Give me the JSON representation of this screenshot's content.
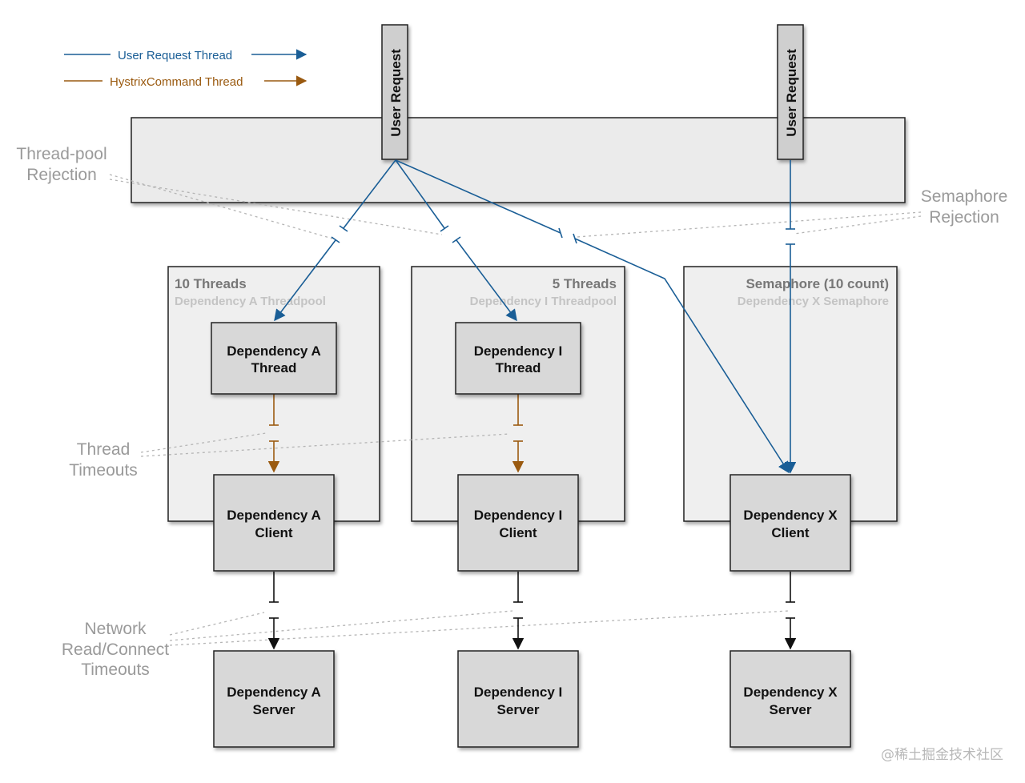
{
  "legend": {
    "user_request_thread": "User Request Thread",
    "hystrix_command_thread": "HystrixCommand Thread"
  },
  "colors": {
    "user_request": "#1a5e96",
    "hystrix_command": "#9a5a10",
    "box_fill": "#d8d8d8",
    "pool_fill": "#efefef",
    "annotation": "#aaaaaa"
  },
  "user_request_label": "User Request",
  "annotations": {
    "threadpool_rejection": [
      "Thread-pool",
      "Rejection"
    ],
    "semaphore_rejection": [
      "Semaphore",
      "Rejection"
    ],
    "thread_timeouts": [
      "Thread",
      "Timeouts"
    ],
    "network_timeouts": [
      "Network",
      "Read/Connect",
      "Timeouts"
    ]
  },
  "pools": {
    "a": {
      "title": "10 Threads",
      "subtitle": "Dependency A Threadpool"
    },
    "i": {
      "title": "5 Threads",
      "subtitle": "Dependency I Threadpool"
    },
    "x": {
      "title": "Semaphore (10 count)",
      "subtitle": "Dependency X Semaphore"
    }
  },
  "boxes": {
    "a_thread": [
      "Dependency A",
      "Thread"
    ],
    "i_thread": [
      "Dependency I",
      "Thread"
    ],
    "a_client": [
      "Dependency A",
      "Client"
    ],
    "i_client": [
      "Dependency I",
      "Client"
    ],
    "x_client": [
      "Dependency X",
      "Client"
    ],
    "a_server": [
      "Dependency A",
      "Server"
    ],
    "i_server": [
      "Dependency I",
      "Server"
    ],
    "x_server": [
      "Dependency X",
      "Server"
    ]
  },
  "watermark": "@稀土掘金技术社区"
}
